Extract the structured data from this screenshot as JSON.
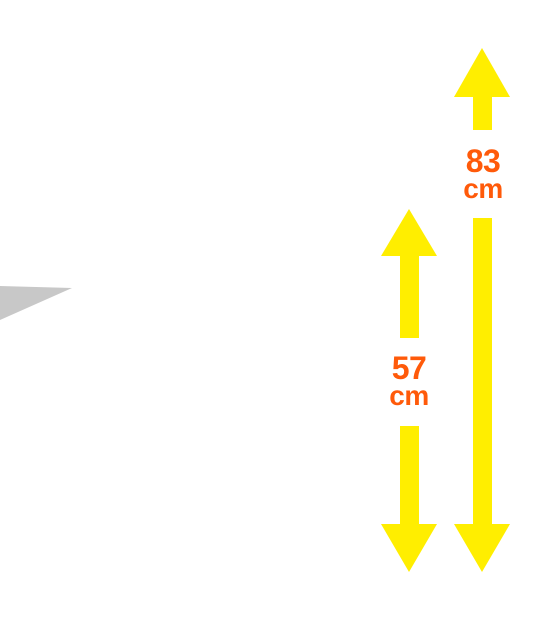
{
  "measurements": [
    {
      "id": "short",
      "value": "57",
      "unit": "cm",
      "color": "#ffee00"
    },
    {
      "id": "tall",
      "value": "83",
      "unit": "cm",
      "color": "#ffee00"
    }
  ],
  "label_color": "#ff5a0a",
  "wedge_color": "#c8c8c8"
}
